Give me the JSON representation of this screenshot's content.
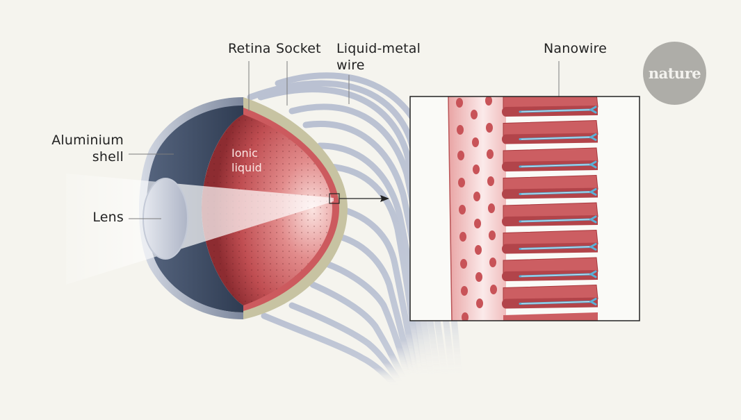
{
  "labels": {
    "retina": "Retina",
    "socket": "Socket",
    "liquid_metal_wire_line1": "Liquid-metal",
    "liquid_metal_wire_line2": "wire",
    "aluminium_shell_line1": "Aluminium",
    "aluminium_shell_line2": "shell",
    "lens": "Lens",
    "ionic_liquid_line1": "Ionic",
    "ionic_liquid_line2": "liquid",
    "nanowire": "Nanowire"
  },
  "logo": {
    "text": "nature"
  },
  "colors": {
    "background": "#f5f4ee",
    "retina_red": "#c9585c",
    "socket_tan": "#c7c3a2",
    "shell_dark": "#3c4b63",
    "wire_grey": "#b9c0d2",
    "nanowire_blue": "#5ab0d6"
  }
}
